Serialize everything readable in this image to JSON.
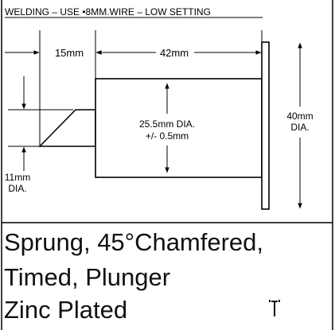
{
  "header": "WELDING – USE  •8MM.WIRE – LOW SETTING",
  "dimensions": {
    "shaft_length": "15mm",
    "body_length": "42mm",
    "body_dia_line1": "25.5mm DIA.",
    "body_dia_line2": "+/- 0.5mm",
    "plate_dia_line1": "40mm",
    "plate_dia_line2": "DIA.",
    "tip_dia_line1": "11mm",
    "tip_dia_line2": "DIA."
  },
  "description": {
    "line1": "Sprung, 45°Chamfered,",
    "line2": "Timed, Plunger",
    "line3": "Zinc Plated"
  }
}
